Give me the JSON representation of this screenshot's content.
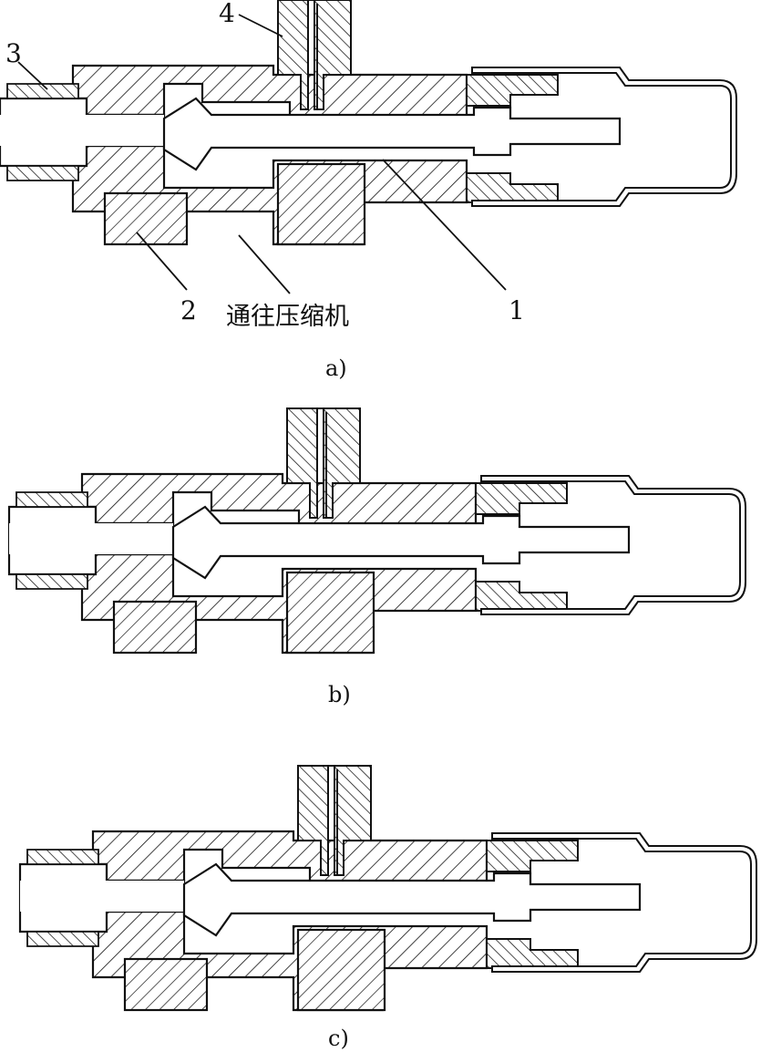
{
  "figure": {
    "panels": [
      {
        "id": "a",
        "caption": "a)",
        "callouts": [
          {
            "text": "1"
          },
          {
            "text": "2"
          },
          {
            "text": "3"
          },
          {
            "text": "4"
          },
          {
            "text": "通往压缩机"
          }
        ]
      },
      {
        "id": "b",
        "caption": "b)"
      },
      {
        "id": "c",
        "caption": "c)"
      }
    ],
    "colors": {
      "line": "#111111",
      "background": "#ffffff"
    }
  }
}
